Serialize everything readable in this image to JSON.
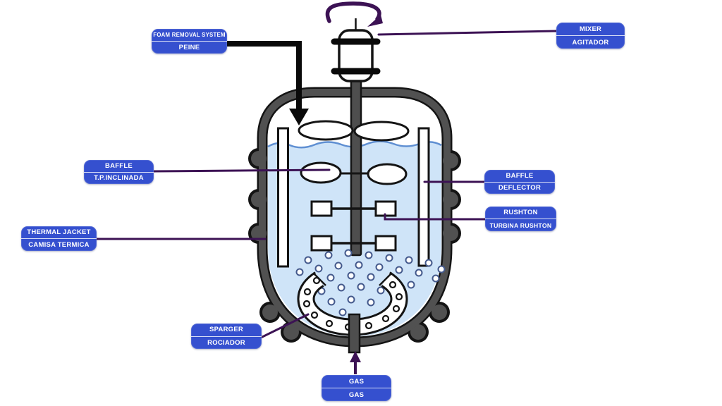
{
  "labels": {
    "foam_removal": {
      "line1": "FOAM REMOVAL SYSTEM",
      "line2": "PEINE"
    },
    "mixer": {
      "line1": "MIXER",
      "line2": "AGITADOR"
    },
    "baffle_inclined": {
      "line1": "BAFFLE",
      "line2": "T.P.INCLINADA"
    },
    "baffle_deflector": {
      "line1": "BAFFLE",
      "line2": "DEFLECTOR"
    },
    "rushton": {
      "line1": "RUSHTON",
      "line2": "TURBINA RUSHTON"
    },
    "thermal_jacket": {
      "line1": "THERMAL JACKET",
      "line2": "CAMISA TERMICA"
    },
    "sparger": {
      "line1": "SPARGER",
      "line2": "ROCIADOR"
    },
    "gas": {
      "line1": "GAS",
      "line2": "GAS"
    }
  },
  "colors": {
    "label_background": "#3550cf",
    "label_text": "#ffffff",
    "annotation_purple": "#3c1254",
    "foam_arrow_black": "#0a0a0a",
    "vessel_wall_gray": "#515151",
    "outline_black": "#141414",
    "liquid_blue": "#cfe4f8",
    "wave_blue": "#5f8fd2",
    "bubble_outline": "#44598c",
    "background": "#ffffff"
  }
}
